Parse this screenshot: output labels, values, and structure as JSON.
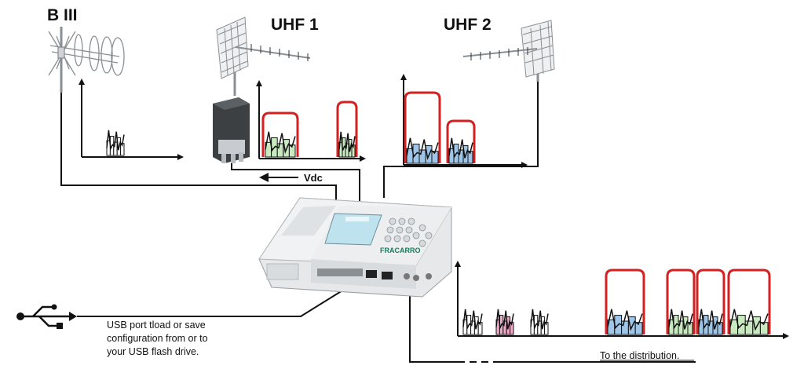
{
  "labels": {
    "band_b3": "B III",
    "band_uhf1": "UHF 1",
    "band_uhf2": "UHF 2",
    "vdc": "Vdc",
    "usb_line1": "USB port tload or save",
    "usb_line2": "configuration from or to",
    "usb_line3": "your USB flash drive.",
    "distribution": "To the distribution.",
    "brand": "FRACARRO"
  },
  "icons": {
    "usb": "usb-icon",
    "antenna_b3": "yagi-antenna-icon",
    "antenna_uhf1": "grid-antenna-icon",
    "antenna_uhf2": "grid-antenna-icon",
    "amplifier": "mast-amplifier-icon",
    "headend": "programmable-headend-icon"
  },
  "colors": {
    "line": "#111111",
    "envelope": "#d42020",
    "channel_green": "#c9eac1",
    "channel_blue": "#9fc6e8",
    "channel_pink": "#f2a9c8",
    "device_body": "#e6e8ea",
    "lcd": "#bfe3ee"
  }
}
